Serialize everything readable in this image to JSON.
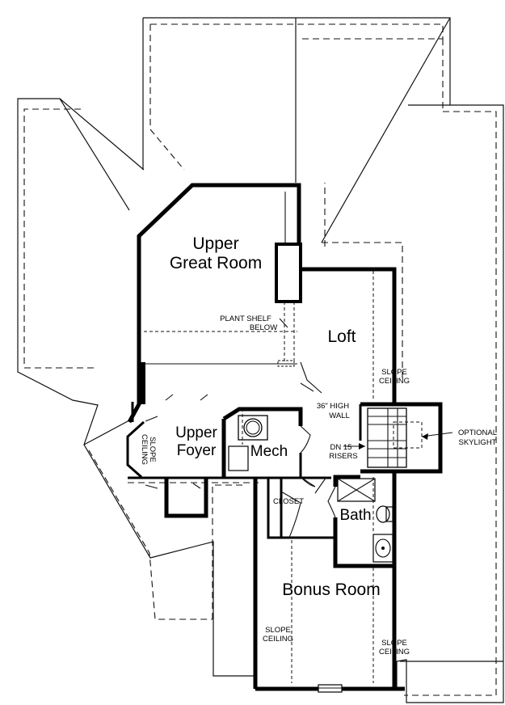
{
  "rooms": {
    "upper_great_room_line1": "Upper",
    "upper_great_room_line2": "Great Room",
    "loft": "Loft",
    "upper_foyer_line1": "Upper",
    "upper_foyer_line2": "Foyer",
    "mech": "Mech",
    "bath": "Bath",
    "bonus_room": "Bonus Room"
  },
  "notes": {
    "plant_shelf_line1": "PLANT SHELF",
    "plant_shelf_line2": "BELOW",
    "high_wall_line1": "36\" HIGH",
    "high_wall_line2": "WALL",
    "slope_ceiling_line1": "SLOPE",
    "slope_ceiling_line2": "CEILING",
    "foyer_slope_line1": "SLOPE",
    "foyer_slope_line2": "CEILING",
    "bonus_slope_left_line1": "SLOPE",
    "bonus_slope_left_line2": "CEILING",
    "bonus_slope_right_line1": "SLOPE",
    "bonus_slope_right_line2": "CEILING",
    "optional_skylight_line1": "OPTIONAL",
    "optional_skylight_line2": "SKYLIGHT",
    "stairs_line1": "DN 15",
    "stairs_line2": "RISERS",
    "closet": "CLOSET"
  }
}
